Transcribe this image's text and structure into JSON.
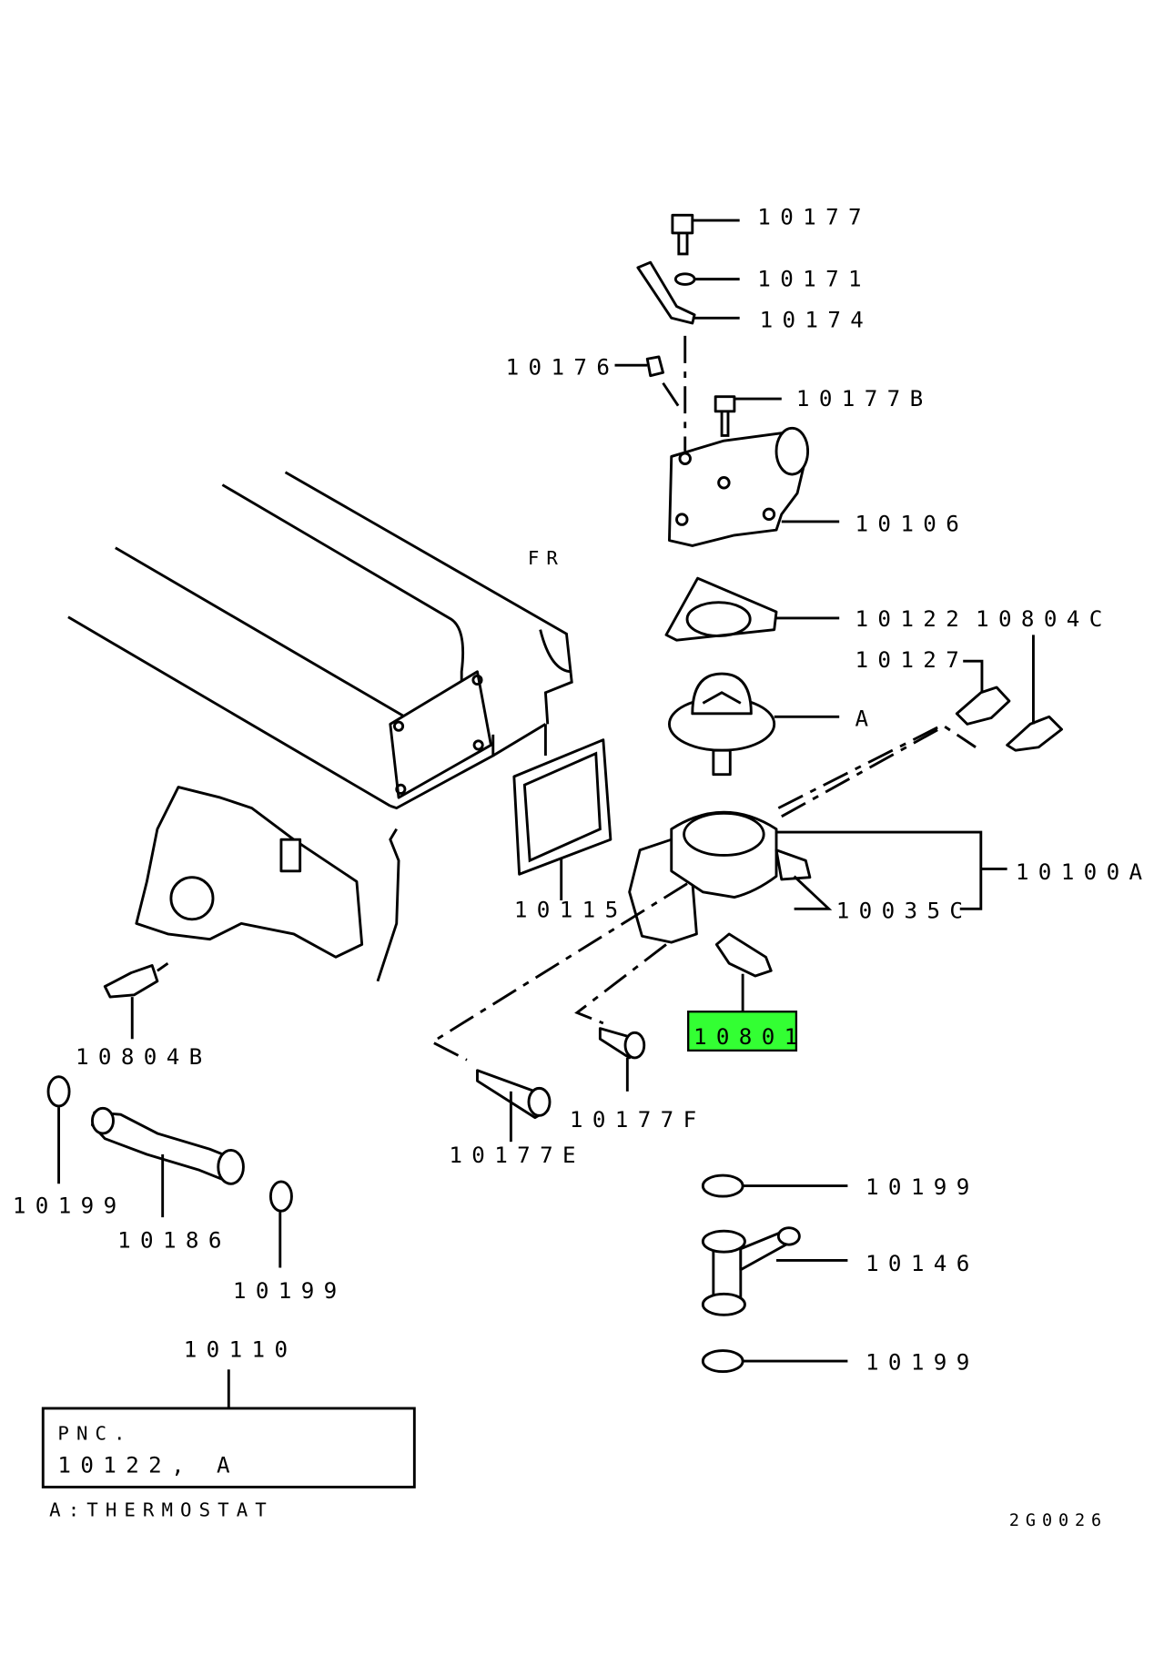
{
  "diagram": {
    "labels": {
      "p10177": "10177",
      "p10171": "10171",
      "p10174": "10174",
      "p10176": "10176",
      "p10177B": "10177B",
      "p10106": "10106",
      "fr": "FR",
      "p10122": "10122",
      "p10804C": "10804C",
      "p10127": "10127",
      "a": "A",
      "p10100A": "10100A",
      "p10035C": "10035C",
      "p10115": "10115",
      "p10804B": "10804B",
      "p10801": "10801",
      "p10177F": "10177F",
      "p10177E": "10177E",
      "p10199_left": "10199",
      "p10186": "10186",
      "p10199_mid": "10199",
      "p10199_right_top": "10199",
      "p10146": "10146",
      "p10199_right_bottom": "10199",
      "p10110": "10110"
    },
    "pnc_box": {
      "line1": "PNC.",
      "line2": "10122, A"
    },
    "legend": "A:THERMOSTAT",
    "figure_code": "2G0026",
    "highlight_color": "#33ff33"
  }
}
